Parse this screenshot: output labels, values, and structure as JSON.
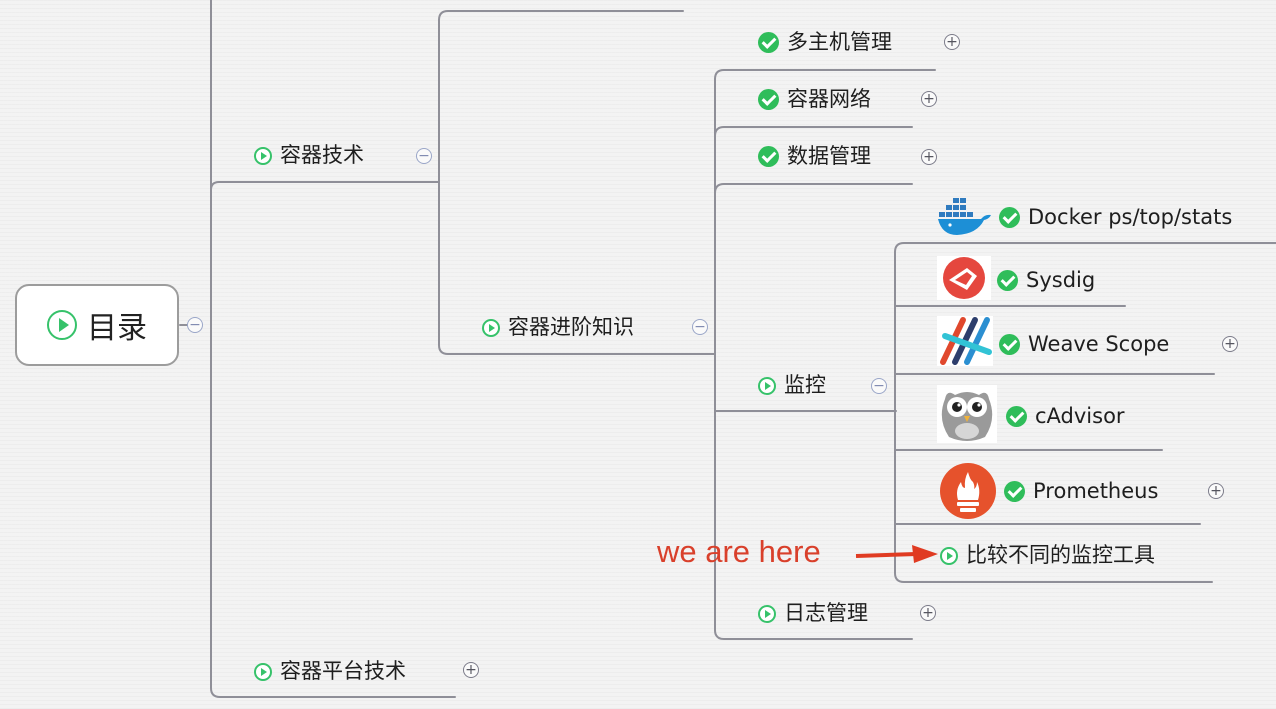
{
  "root": {
    "label": "目录"
  },
  "containers": {
    "label": "容器技术"
  },
  "platform": {
    "label": "容器平台技术"
  },
  "advanced": {
    "label": "容器进阶知识"
  },
  "topics": {
    "multihost": "多主机管理",
    "network": "容器网络",
    "data": "数据管理",
    "monitor": "监控",
    "logging": "日志管理"
  },
  "tools": {
    "docker": "Docker ps/top/stats",
    "sysdig": "Sysdig",
    "weave": "Weave Scope",
    "cadvisor": "cAdvisor",
    "prometheus": "Prometheus",
    "compare": "比较不同的监控工具"
  },
  "annotation": {
    "text": "we are here",
    "color": "#d9402b"
  },
  "colors": {
    "accent": "#36c26a",
    "line": "#8f8f98",
    "background": "#f3f3f3"
  },
  "icons": {
    "topic": "play-circle-icon",
    "done": "check-circle-icon",
    "expand": "plus-circle-icon",
    "collapse": "minus-circle-icon"
  }
}
